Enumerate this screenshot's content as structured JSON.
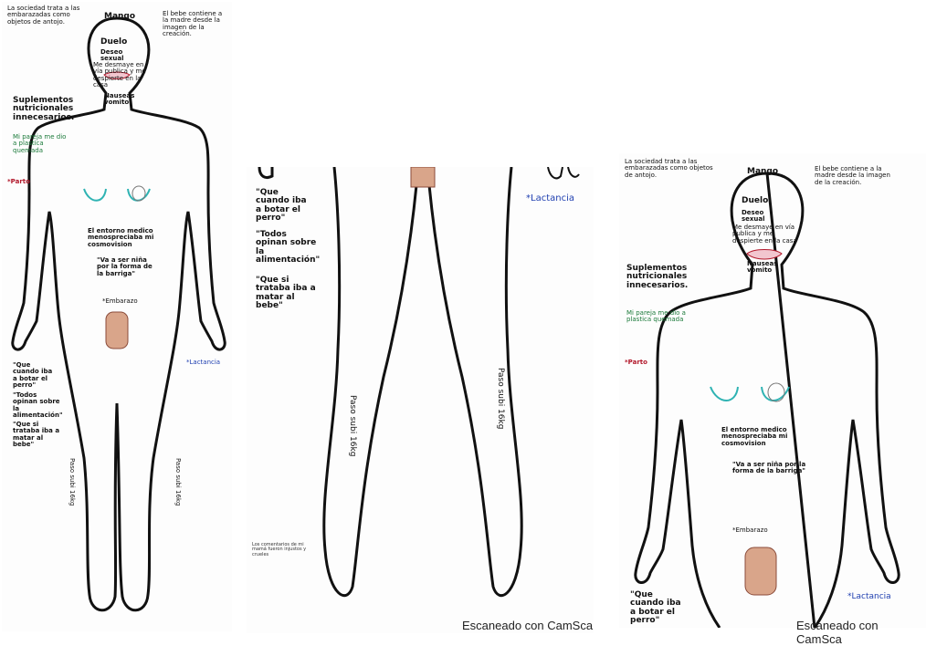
{
  "panels": [
    {
      "name": "full-body-left",
      "texts": {
        "top_left": "La sociedad trata a las embarazadas como objetos de antojo.",
        "top_right": "El bebe contiene a la madre desde la imagen de la creación.",
        "mango": "Mango",
        "duelo": "Duelo",
        "deseo": "Deseo sexual",
        "desmaye": "Me desmaye en vía publica y me despierte en la casa",
        "nauseas": "Nauseas vomito",
        "suplementos": "Suplementos nutricionales innecesarios.",
        "pareja": "Mi pareja me dio a plastica quemada",
        "parto": "*Parto",
        "entorno": "El entorno medico menospreciaba mi cosmovision",
        "nina": "\"Va a ser niña por la forma de la barriga\"",
        "embarazo": "*Embarazo",
        "lactancia": "*Lactancia",
        "botar_perro": "\"Que cuando iba a botar el perro\"",
        "todos_opinan": "\"Todos opinan sobre la alimentación\"",
        "matar_bebe": "\"Que si trataba iba a matar al bebe\"",
        "paso_left": "Paso subi 16kg",
        "paso_right": "Paso subi 16kg"
      }
    },
    {
      "name": "legs-middle",
      "texts": {
        "botar_perro": "\"Que cuando iba a botar el perro\"",
        "todos_opinan": "\"Todos opinan sobre la alimentación\"",
        "matar_bebe": "\"Que si trataba iba a matar al bebe\"",
        "lactancia": "*Lactancia",
        "paso_left": "Paso subi 16kg",
        "paso_right": "Paso subi 16kg",
        "bottom_note": "Los comentarios de mi mamá fueron injustos y crueles",
        "watermark": "Escaneado con CamSca"
      }
    },
    {
      "name": "upper-body-right",
      "texts": {
        "top_left": "La sociedad trata a las embarazadas como objetos de antojo.",
        "top_right": "El bebe contiene a la madre desde la imagen de la creación.",
        "mango": "Mango",
        "duelo": "Duelo",
        "deseo": "Deseo sexual",
        "desmaye": "Me desmaye en vía publica y me despierte en la casa",
        "nauseas": "Nauseas vomito",
        "suplementos": "Suplementos nutricionales innecesarios.",
        "pareja": "Mi pareja me dio a plastica quemada",
        "parto": "*Parto",
        "entorno": "El entorno medico menospreciaba mi cosmovision",
        "nina": "\"Va a ser niña por la forma de la barriga\"",
        "embarazo": "*Embarazo",
        "lactancia": "*Lactancia",
        "botar_perro": "\"Que cuando iba a botar el perro\"",
        "watermark": "Escaneado con CamSca"
      }
    }
  ],
  "colors": {
    "ink": "#111111",
    "note_red": "#b2182b",
    "note_green": "#1b7a3a",
    "note_blue": "#1f3fb0",
    "breast_teal": "#2fb3b3",
    "belly": "#d9a58a"
  }
}
